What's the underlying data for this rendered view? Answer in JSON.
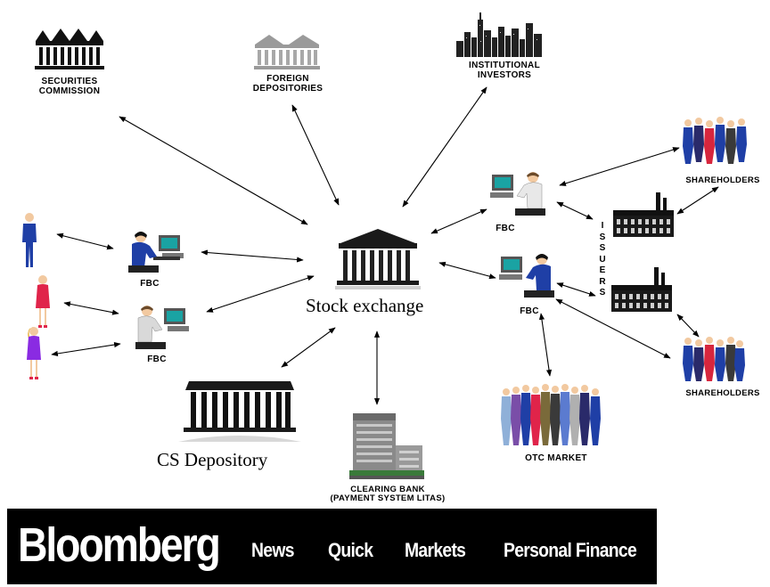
{
  "nodes": {
    "securities_commission": "SECURITIES\nCOMMISSION",
    "foreign_depositories": "FOREIGN\nDEPOSITORIES",
    "institutional_investors": "INSTITUTIONAL\nINVESTORS",
    "shareholders_top": "SHAREHOLDERS",
    "shareholders_bottom": "SHAREHOLDERS",
    "issuers": "ISSUERS",
    "stock_exchange": "Stock exchange",
    "fbc_left_top": "FBC",
    "fbc_left_bottom": "FBC",
    "fbc_right_top": "FBC",
    "fbc_right_bottom": "FBC",
    "cs_depository": "CS Depository",
    "clearing_bank": "CLEARING BANK\n(PAYMENT SYSTEM LITAS)",
    "otc_market": "OTC MARKET"
  },
  "banner": {
    "logo": "Bloomberg",
    "nav": [
      "News",
      "Quick",
      "Markets",
      "Personal Finance"
    ]
  },
  "colors": {
    "banner_bg": "#000000",
    "banner_text": "#ffffff",
    "figure_blue": "#1f3fa6",
    "figure_red": "#e0244a",
    "figure_purple": "#8a2be2"
  }
}
